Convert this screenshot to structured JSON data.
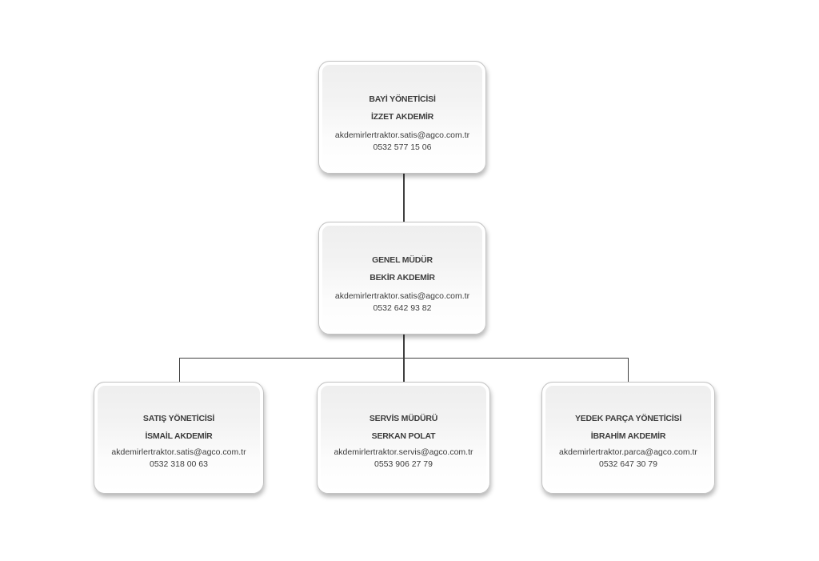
{
  "diagram_type": "org-chart",
  "nodes": [
    {
      "id": "bayi",
      "role": "BAYİ YÖNETİCİSİ",
      "name": "İZZET AKDEMİR",
      "email": "akdemirlertraktor.satis@agco.com.tr",
      "phone": "0532 577 15 06"
    },
    {
      "id": "genel",
      "role": "GENEL MÜDÜR",
      "name": "BEKİR AKDEMİR",
      "email": "akdemirlertraktor.satis@agco.com.tr",
      "phone": "0532 642 93 82"
    },
    {
      "id": "satis",
      "role": "SATIŞ YÖNETİCİSİ",
      "name": "İSMAİL AKDEMİR",
      "email": "akdemirlertraktor.satis@agco.com.tr",
      "phone": "0532 318 00 63"
    },
    {
      "id": "servis",
      "role": "SERVİS MÜDÜRÜ",
      "name": "SERKAN POLAT",
      "email": "akdemirlertraktor.servis@agco.com.tr",
      "phone": "0553 906 27 79"
    },
    {
      "id": "yedek",
      "role": "YEDEK PARÇA YÖNETİCİSİ",
      "name": "İBRAHİM AKDEMİR",
      "email": "akdemirlertraktor.parca@agco.com.tr",
      "phone": "0532 647 30 79"
    }
  ],
  "edges": [
    {
      "from": "bayi",
      "to": "genel"
    },
    {
      "from": "genel",
      "to": "satis"
    },
    {
      "from": "genel",
      "to": "servis"
    },
    {
      "from": "genel",
      "to": "yedek"
    }
  ],
  "colors": {
    "background": "#ffffff",
    "box_border": "#c2c2c2",
    "box_fill_top": "#eeeeee",
    "box_fill_bottom": "#ffffff",
    "text": "#3d3d3d",
    "connector_line": "#404040"
  }
}
